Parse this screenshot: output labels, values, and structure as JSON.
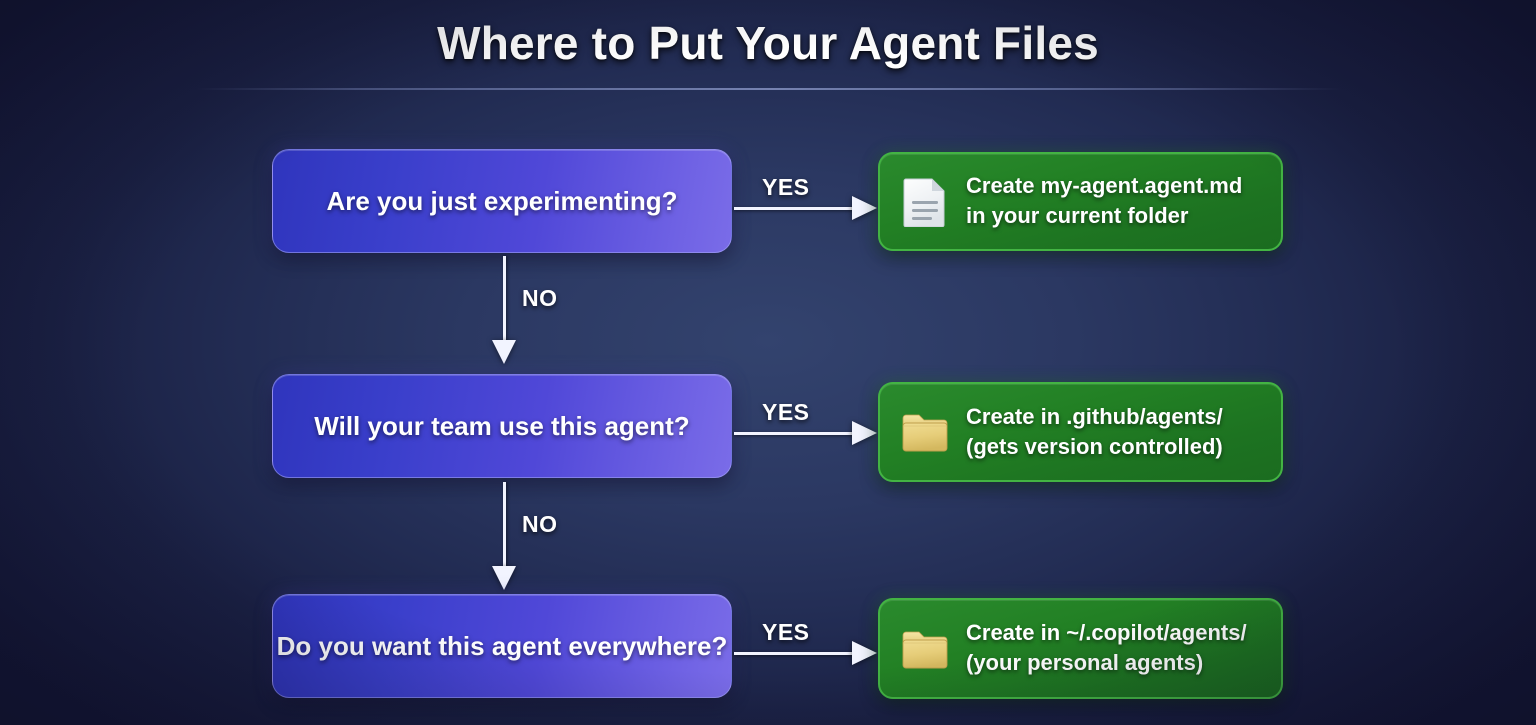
{
  "header": {
    "title": "Where to Put Your Agent Files"
  },
  "colors": {
    "background_dark": "#141738",
    "background_center": "#33436e",
    "decision_gradient_start": "#2f35bd",
    "decision_gradient_end": "#7a6ce8",
    "result_green_fill": "#228024",
    "result_green_border": "#43b443",
    "arrow_white": "#f2f4ff",
    "folder_icon": "#e8cf7e",
    "document_icon": "#eceff3"
  },
  "flow": {
    "rows": [
      {
        "decision": {
          "label": "Are you just experimenting?"
        },
        "yes_label": "YES",
        "no_label": "NO",
        "result": {
          "icon": "document-icon",
          "line1": "Create my-agent.agent.md",
          "line2": "in your current folder"
        }
      },
      {
        "decision": {
          "label": "Will your team use this agent?"
        },
        "yes_label": "YES",
        "no_label": "NO",
        "result": {
          "icon": "folder-icon",
          "line1": "Create in .github/agents/",
          "line2": "(gets version controlled)"
        }
      },
      {
        "decision": {
          "label": "Do you want this agent everywhere?"
        },
        "yes_label": "YES",
        "no_label": "",
        "result": {
          "icon": "folder-icon",
          "line1": "Create in ~/.copilot/agents/",
          "line2": "(your personal agents)"
        }
      }
    ]
  }
}
